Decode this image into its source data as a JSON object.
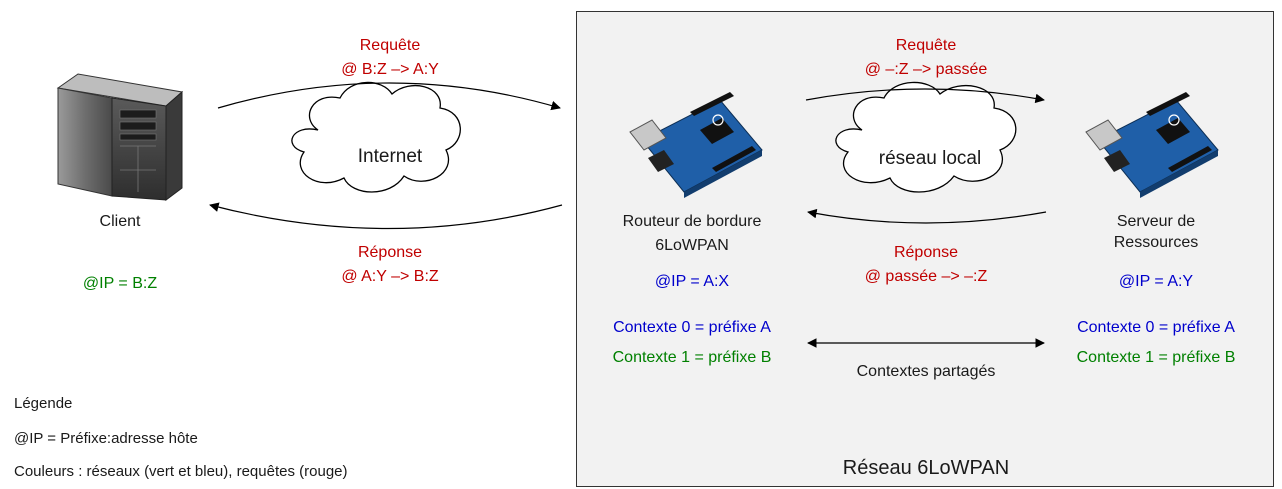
{
  "network_label": "Réseau 6LoWPAN",
  "client": {
    "name": "Client",
    "ip": "@IP = B:Z"
  },
  "internet": {
    "cloud_label": "Internet",
    "request_title": "Requête",
    "request_detail": "@ B:Z –> A:Y",
    "response_title": "Réponse",
    "response_detail": "@ A:Y –> B:Z"
  },
  "local": {
    "cloud_label": "réseau local",
    "request_title": "Requête",
    "request_detail": "@ –:Z –> passée",
    "response_title": "Réponse",
    "response_detail": "@ passée –> –:Z"
  },
  "router": {
    "name_line1": "Routeur de bordure",
    "name_line2": "6LoWPAN",
    "ip": "@IP = A:X",
    "context0": "Contexte 0 = préfixe A",
    "context1": "Contexte 1 = préfixe B"
  },
  "server": {
    "name_line1": "Serveur de",
    "name_line2": "Ressources",
    "ip": "@IP = A:Y",
    "context0": "Contexte 0 = préfixe A",
    "context1": "Contexte 1 = préfixe B"
  },
  "shared_contexts": "Contextes partagés",
  "legend": {
    "title": "Légende",
    "line1": "@IP = Préfixe:adresse hôte",
    "line2": "Couleurs : réseaux (vert et bleu), requêtes (rouge)"
  },
  "colors": {
    "request": "#c00000",
    "prefix_a": "#0000cc",
    "prefix_b": "#008000",
    "board": "#1f5fa8"
  }
}
